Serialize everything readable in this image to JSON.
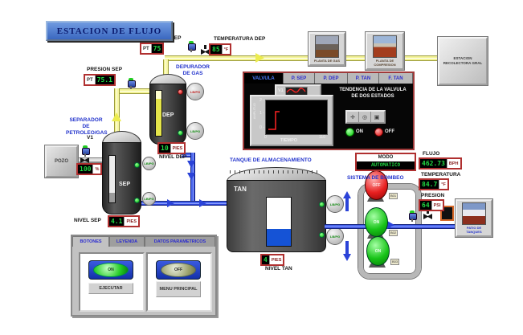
{
  "colors": {
    "accent_blue": "#2233cc",
    "display_green": "#21d943",
    "readout_border": "#b03030",
    "pipe_yellow": "#f4f49a",
    "pipe_blue": "#4a67ef",
    "panel_border": "#a03a3a",
    "title_bg": "#4a74c8"
  },
  "title": "ESTACION DE FLUJO",
  "labels": {
    "presion_sep": "PRESION SEP",
    "presion_dep": "PRESION DEP",
    "temperatura_dep": "TEMPERATURA DEP",
    "nivel_sep": "NIVEL SEP",
    "nivel_dep": "NIVEL DEP",
    "nivel_tan": "NIVEL TAN",
    "flujo": "FLUJO",
    "temperatura": "TEMPERATURA",
    "presion": "PRESION",
    "separador": "SEPARADOR DE PETROLEO/GAS",
    "depurador": "DEPURADOR DE GAS",
    "tanque": "TANQUE DE ALMACENAMIENTO",
    "bombeo": "SISTEMA DE BOMBEO",
    "modo": "MODO",
    "v1": "V1",
    "pozo": "POZO",
    "sep": "SEP",
    "dep": "DEP",
    "tan": "TAN"
  },
  "readouts": {
    "presion_sep": {
      "tag": "PT",
      "value": "75.1"
    },
    "presion_dep": {
      "tag": "PT",
      "value": "75"
    },
    "temperatura_dep": {
      "value": "85",
      "unit": "°F"
    },
    "apertura_v1": {
      "value": "100",
      "unit": "%"
    },
    "nivel_sep": {
      "value": "4.1",
      "unit": "PIES"
    },
    "nivel_dep": {
      "value": "10",
      "unit": "PIES"
    },
    "nivel_tan": {
      "value": "4",
      "unit": "PIES"
    },
    "flujo": {
      "value": "462.73",
      "unit": "BPH"
    },
    "temperatura": {
      "value": "84.7",
      "unit": "°F"
    },
    "presion": {
      "value": "64",
      "unit": "PSI"
    },
    "modo": {
      "value": "AUTOMATICO"
    }
  },
  "gauges": {
    "psi": "LB/PG"
  },
  "pumps": [
    {
      "state": "OFF",
      "tag": "B01"
    },
    {
      "state": "ON",
      "tag": "B02"
    },
    {
      "state": "ON",
      "tag": "B03"
    }
  ],
  "nav": {
    "planta_gas": "PLANTA DE GAS",
    "planta_compresion": "PLANTA DE COMPRESION",
    "estacion": "ESTACION RECOLECTORA GRAL",
    "patio": "PATIO DE TANQUES"
  },
  "panel": {
    "tabs": [
      "VALVULA",
      "P. SEP",
      "P. DEP",
      "P. TAN",
      "F. TAN"
    ],
    "legend": "V1",
    "ylabel": "AMPLITUD",
    "yticks": [
      "2 -",
      "1 -",
      "0 -"
    ],
    "xtick_min": "0",
    "xtick_max": "110",
    "xlabel": "TIEMPO",
    "description": "TENDENCIA DE LA VALVULA DE DOS ESTADOS",
    "on_label": "ON",
    "off_label": "OFF",
    "tools": [
      "pan",
      "zoom",
      "cursor"
    ]
  },
  "bottom": {
    "tabs": [
      "BOTONES",
      "LEYENDA",
      "DATOS PARAMETRICOS"
    ],
    "ejecutar": "EJECUTAR",
    "menu": "MENU PRINCIPAL",
    "on": "ON",
    "off": "OFF"
  },
  "chart_data": {
    "type": "line",
    "title": "TENDENCIA DE LA VALVULA DE DOS ESTADOS",
    "series": [
      {
        "name": "V1",
        "points": [
          [
            0,
            0
          ],
          [
            8,
            0
          ],
          [
            8,
            1
          ],
          [
            12,
            1
          ]
        ]
      }
    ],
    "xlabel": "TIEMPO",
    "ylabel": "AMPLITUD",
    "xlim": [
      0,
      110
    ],
    "ylim": [
      0,
      2
    ],
    "grid": false,
    "legend_position": "top"
  }
}
